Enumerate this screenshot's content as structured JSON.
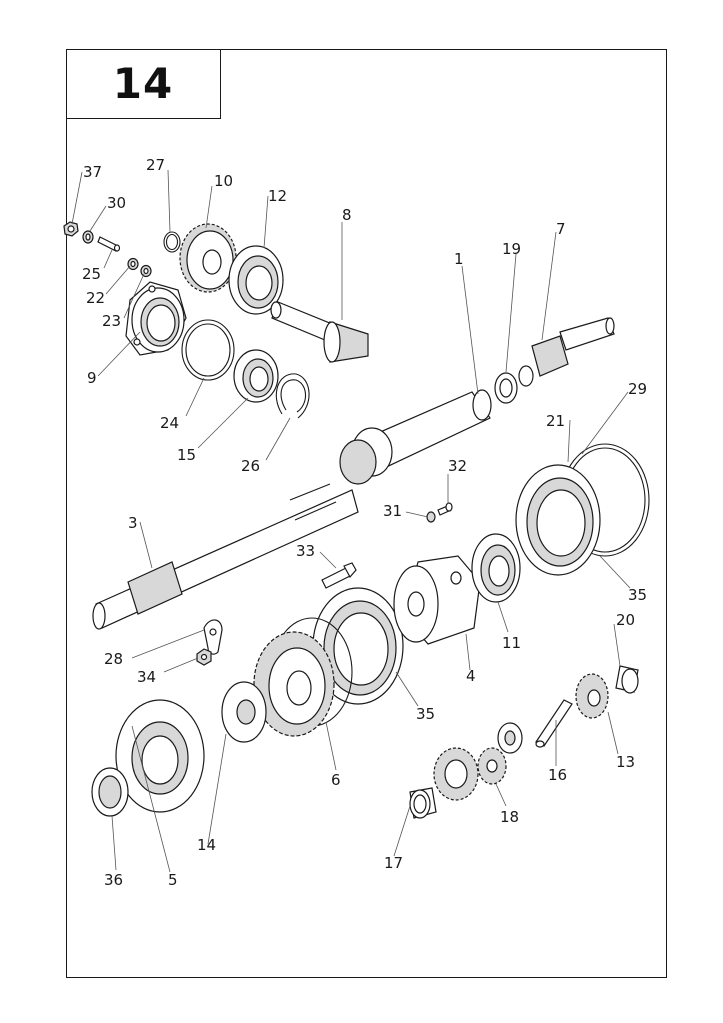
{
  "page_number": "14",
  "callouts": [
    {
      "label": "37"
    },
    {
      "label": "27"
    },
    {
      "label": "10"
    },
    {
      "label": "12"
    },
    {
      "label": "30"
    },
    {
      "label": "8"
    },
    {
      "label": "1"
    },
    {
      "label": "19"
    },
    {
      "label": "7"
    },
    {
      "label": "25"
    },
    {
      "label": "22"
    },
    {
      "label": "23"
    },
    {
      "label": "9"
    },
    {
      "label": "24"
    },
    {
      "label": "15"
    },
    {
      "label": "26"
    },
    {
      "label": "29"
    },
    {
      "label": "21"
    },
    {
      "label": "32"
    },
    {
      "label": "31"
    },
    {
      "label": "3"
    },
    {
      "label": "33"
    },
    {
      "label": "35"
    },
    {
      "label": "20"
    },
    {
      "label": "28"
    },
    {
      "label": "11"
    },
    {
      "label": "34"
    },
    {
      "label": "4"
    },
    {
      "label": "35"
    },
    {
      "label": "13"
    },
    {
      "label": "16"
    },
    {
      "label": "6"
    },
    {
      "label": "18"
    },
    {
      "label": "14"
    },
    {
      "label": "17"
    },
    {
      "label": "36"
    },
    {
      "label": "5"
    }
  ]
}
